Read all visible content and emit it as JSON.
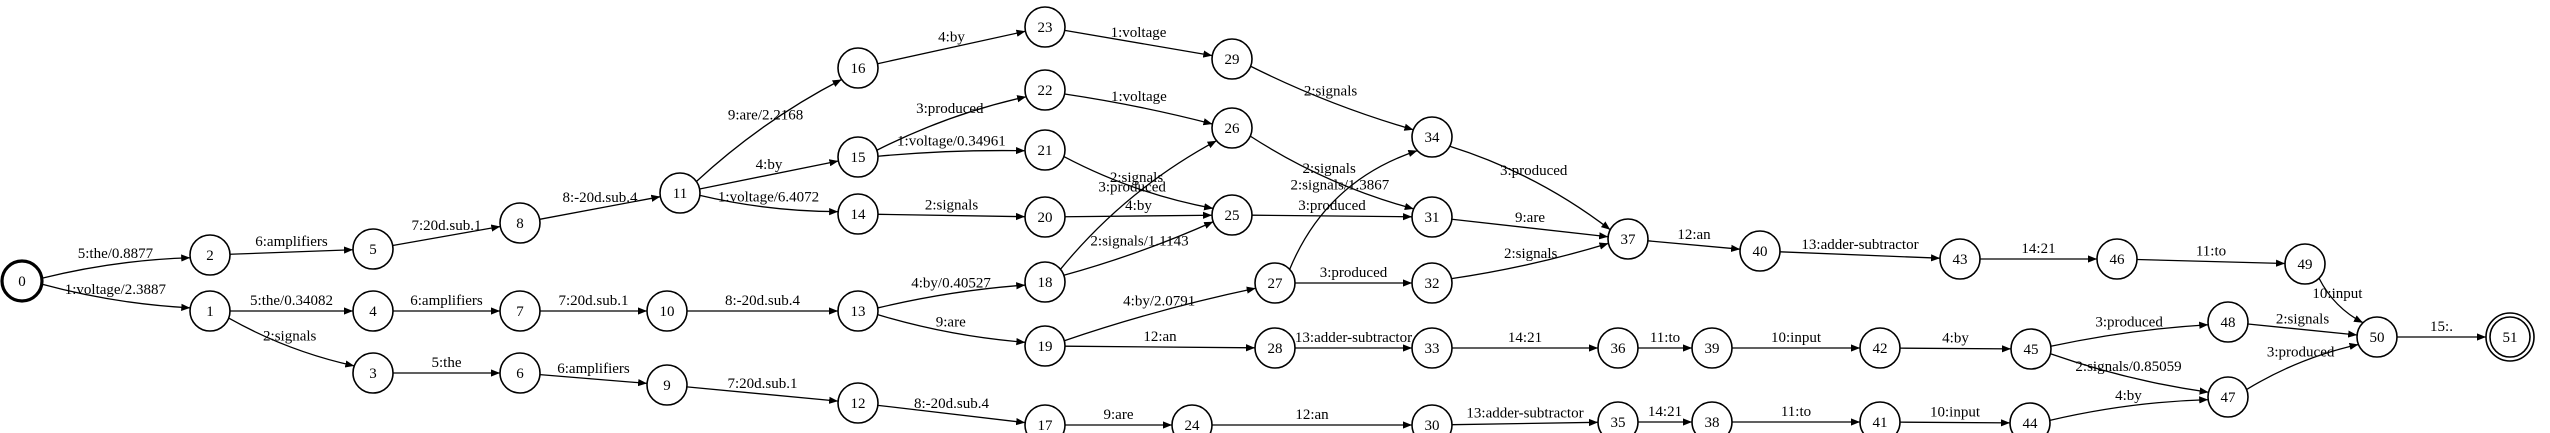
{
  "nodes": [
    {
      "id": "0",
      "start": true
    },
    {
      "id": "1"
    },
    {
      "id": "2"
    },
    {
      "id": "3"
    },
    {
      "id": "4"
    },
    {
      "id": "5"
    },
    {
      "id": "6"
    },
    {
      "id": "7"
    },
    {
      "id": "8"
    },
    {
      "id": "9"
    },
    {
      "id": "10"
    },
    {
      "id": "11"
    },
    {
      "id": "12"
    },
    {
      "id": "13"
    },
    {
      "id": "14"
    },
    {
      "id": "15"
    },
    {
      "id": "16"
    },
    {
      "id": "17"
    },
    {
      "id": "18"
    },
    {
      "id": "19"
    },
    {
      "id": "20"
    },
    {
      "id": "21"
    },
    {
      "id": "22"
    },
    {
      "id": "23"
    },
    {
      "id": "24"
    },
    {
      "id": "25"
    },
    {
      "id": "26"
    },
    {
      "id": "27"
    },
    {
      "id": "28"
    },
    {
      "id": "29"
    },
    {
      "id": "30"
    },
    {
      "id": "31"
    },
    {
      "id": "32"
    },
    {
      "id": "33"
    },
    {
      "id": "34"
    },
    {
      "id": "35"
    },
    {
      "id": "36"
    },
    {
      "id": "37"
    },
    {
      "id": "38"
    },
    {
      "id": "39"
    },
    {
      "id": "40"
    },
    {
      "id": "41"
    },
    {
      "id": "42"
    },
    {
      "id": "43"
    },
    {
      "id": "44"
    },
    {
      "id": "45"
    },
    {
      "id": "46"
    },
    {
      "id": "47"
    },
    {
      "id": "48"
    },
    {
      "id": "49"
    },
    {
      "id": "50"
    },
    {
      "id": "51",
      "final": true
    }
  ],
  "edges": [
    {
      "from": "0",
      "to": "2",
      "label": "5:the/0.8877"
    },
    {
      "from": "0",
      "to": "1",
      "label": "1:voltage/2.3887"
    },
    {
      "from": "2",
      "to": "5",
      "label": "6:amplifiers"
    },
    {
      "from": "1",
      "to": "4",
      "label": "5:the/0.34082"
    },
    {
      "from": "1",
      "to": "3",
      "label": "2:signals"
    },
    {
      "from": "4",
      "to": "7",
      "label": "6:amplifiers"
    },
    {
      "from": "5",
      "to": "8",
      "label": "7:20d.sub.1"
    },
    {
      "from": "3",
      "to": "6",
      "label": "5:the"
    },
    {
      "from": "6",
      "to": "9",
      "label": "6:amplifiers"
    },
    {
      "from": "7",
      "to": "10",
      "label": "7:20d.sub.1"
    },
    {
      "from": "8",
      "to": "11",
      "label": "8:-20d.sub.4"
    },
    {
      "from": "9",
      "to": "12",
      "label": "7:20d.sub.1"
    },
    {
      "from": "10",
      "to": "13",
      "label": "8:-20d.sub.4"
    },
    {
      "from": "11",
      "to": "16",
      "label": "9:are/2.2168"
    },
    {
      "from": "11",
      "to": "15",
      "label": "4:by"
    },
    {
      "from": "11",
      "to": "14",
      "label": "1:voltage/6.4072"
    },
    {
      "from": "12",
      "to": "17",
      "label": "8:-20d.sub.4"
    },
    {
      "from": "13",
      "to": "18",
      "label": "4:by/0.40527"
    },
    {
      "from": "13",
      "to": "19",
      "label": "9:are"
    },
    {
      "from": "16",
      "to": "23",
      "label": "4:by"
    },
    {
      "from": "15",
      "to": "22",
      "label": "3:produced"
    },
    {
      "from": "15",
      "to": "21",
      "label": "1:voltage/0.34961"
    },
    {
      "from": "14",
      "to": "20",
      "label": "2:signals"
    },
    {
      "from": "18",
      "to": "26",
      "label": "3:produced"
    },
    {
      "from": "18",
      "to": "25",
      "label": "2:signals/1.1143"
    },
    {
      "from": "19",
      "to": "27",
      "label": "4:by/2.0791"
    },
    {
      "from": "19",
      "to": "28",
      "label": "12:an"
    },
    {
      "from": "17",
      "to": "24",
      "label": "9:are"
    },
    {
      "from": "23",
      "to": "29",
      "label": "1:voltage"
    },
    {
      "from": "22",
      "to": "26",
      "label": "1:voltage"
    },
    {
      "from": "21",
      "to": "25",
      "label": "2:signals"
    },
    {
      "from": "20",
      "to": "25",
      "label": "4:by"
    },
    {
      "from": "27",
      "to": "34",
      "label": "2:signals/1.3867"
    },
    {
      "from": "27",
      "to": "32",
      "label": "3:produced"
    },
    {
      "from": "28",
      "to": "33",
      "label": "13:adder-subtractor"
    },
    {
      "from": "24",
      "to": "30",
      "label": "12:an"
    },
    {
      "from": "29",
      "to": "34",
      "label": "2:signals"
    },
    {
      "from": "26",
      "to": "31",
      "label": "2:signals"
    },
    {
      "from": "25",
      "to": "31",
      "label": "3:produced"
    },
    {
      "from": "33",
      "to": "36",
      "label": "14:21"
    },
    {
      "from": "30",
      "to": "35",
      "label": "13:adder-subtractor"
    },
    {
      "from": "34",
      "to": "37",
      "label": "3:produced"
    },
    {
      "from": "31",
      "to": "37",
      "label": "9:are"
    },
    {
      "from": "32",
      "to": "37",
      "label": "2:signals"
    },
    {
      "from": "36",
      "to": "39",
      "label": "11:to"
    },
    {
      "from": "35",
      "to": "38",
      "label": "14:21"
    },
    {
      "from": "37",
      "to": "40",
      "label": "12:an"
    },
    {
      "from": "39",
      "to": "42",
      "label": "10:input"
    },
    {
      "from": "38",
      "to": "41",
      "label": "11:to"
    },
    {
      "from": "40",
      "to": "43",
      "label": "13:adder-subtractor"
    },
    {
      "from": "42",
      "to": "45",
      "label": "4:by"
    },
    {
      "from": "41",
      "to": "44",
      "label": "10:input"
    },
    {
      "from": "43",
      "to": "46",
      "label": "14:21"
    },
    {
      "from": "45",
      "to": "48",
      "label": "3:produced"
    },
    {
      "from": "45",
      "to": "47",
      "label": "2:signals/0.85059"
    },
    {
      "from": "44",
      "to": "47",
      "label": "4:by"
    },
    {
      "from": "46",
      "to": "49",
      "label": "11:to"
    },
    {
      "from": "48",
      "to": "50",
      "label": "2:signals"
    },
    {
      "from": "47",
      "to": "50",
      "label": "3:produced"
    },
    {
      "from": "49",
      "to": "50",
      "label": "10:input"
    },
    {
      "from": "50",
      "to": "51",
      "label": "15:."
    }
  ]
}
